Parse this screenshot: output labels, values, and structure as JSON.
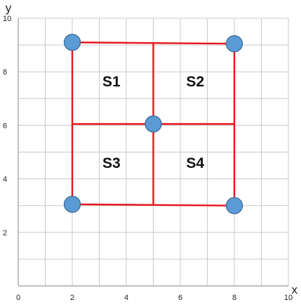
{
  "axes": {
    "x_label": "x",
    "y_label": "y",
    "x_ticks": [
      {
        "value": 0,
        "label": "0"
      },
      {
        "value": 2,
        "label": "2"
      },
      {
        "value": 4,
        "label": "4"
      },
      {
        "value": 6,
        "label": "6"
      },
      {
        "value": 8,
        "label": "8"
      },
      {
        "value": 10,
        "label": "10"
      }
    ],
    "y_ticks": [
      {
        "value": 2,
        "label": "2"
      },
      {
        "value": 4,
        "label": "4"
      },
      {
        "value": 6,
        "label": "6"
      },
      {
        "value": 8,
        "label": "8"
      },
      {
        "value": 10,
        "label": "10"
      }
    ],
    "range": [
      0,
      10
    ],
    "grid_step": 1
  },
  "points": [
    {
      "x": 2,
      "y": 9.1
    },
    {
      "x": 8,
      "y": 9.05
    },
    {
      "x": 5,
      "y": 6.05
    },
    {
      "x": 2,
      "y": 3.05
    },
    {
      "x": 8,
      "y": 3
    }
  ],
  "segments": [
    [
      [
        2,
        9.1
      ],
      [
        8,
        9.05
      ]
    ],
    [
      [
        2,
        3.05
      ],
      [
        8,
        3
      ]
    ],
    [
      [
        2,
        9.1
      ],
      [
        2,
        3.05
      ]
    ],
    [
      [
        8,
        9.05
      ],
      [
        8,
        3
      ]
    ],
    [
      [
        2,
        6.05
      ],
      [
        8,
        6.05
      ]
    ],
    [
      [
        5,
        9.05
      ],
      [
        5,
        3.05
      ]
    ]
  ],
  "regions": [
    {
      "label": "S1",
      "x": 3.45,
      "y": 7.6
    },
    {
      "label": "S2",
      "x": 6.55,
      "y": 7.6
    },
    {
      "label": "S3",
      "x": 3.45,
      "y": 4.55
    },
    {
      "label": "S4",
      "x": 6.55,
      "y": 4.55
    }
  ],
  "colors": {
    "grid": "#c9c9c9",
    "segment": "#e8141d",
    "point_fill": "#5b9bd5",
    "point_stroke": "#41719c"
  }
}
